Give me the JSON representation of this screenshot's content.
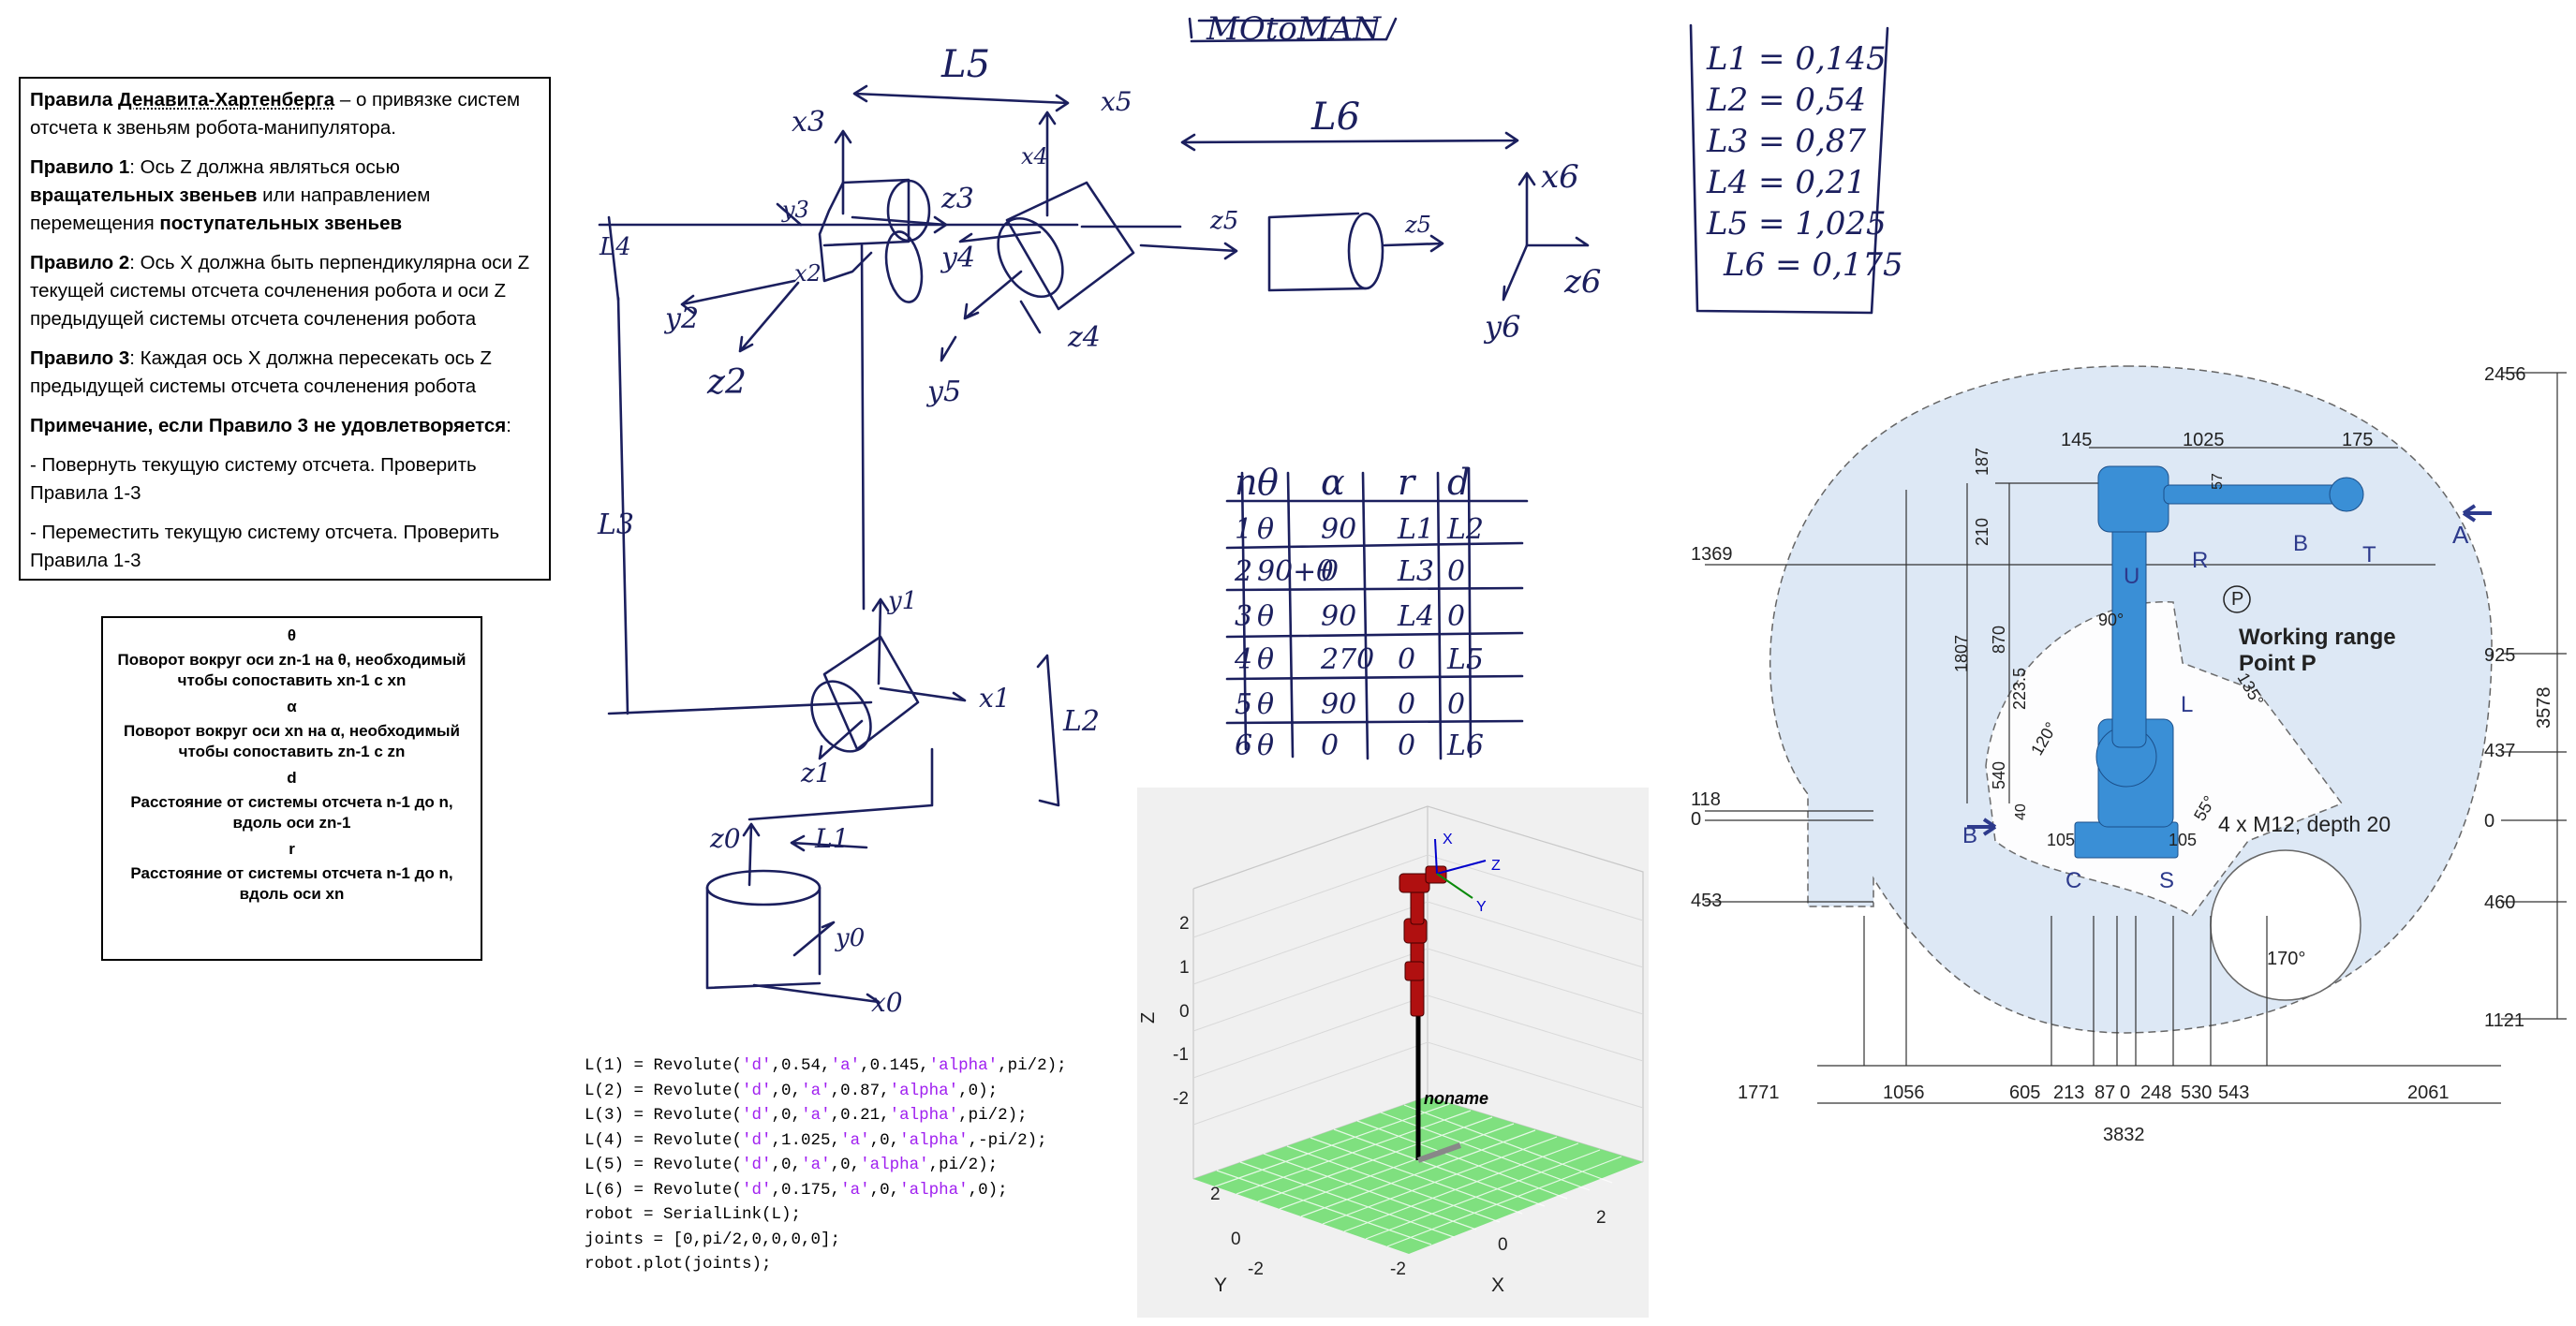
{
  "title": "MOtoMAN",
  "rules": {
    "line1_bold": "Правила ",
    "line1_name": "Денавита-Хартенберга",
    "line1_rest": " – о привязке систем отсчета к звеньям робота-манипулятора.",
    "r1_label": "Правило 1",
    "r1_a": ": Ось Z должна являться осью ",
    "r1_b": "вращательных звеньев",
    "r1_c": " или направлением перемещения ",
    "r1_d": "поступательных звеньев",
    "r2_label": "Правило 2",
    "r2_text": ": Ось X должна быть перпендикулярна оси Z текущей системы отсчета сочленения робота и оси Z предыдущей системы отсчета сочленения робота",
    "r3_label": "Правило 3",
    "r3_text": ": Каждая ось X должна пересекать ось Z предыдущей системы отсчета сочленения робота",
    "note_label": "Примечание, если Правило 3 не удовлетворяется",
    "note_colon": ":",
    "note1": "- Повернуть текущую систему отсчета. Проверить Правила 1-3",
    "note2": "- Переместить текущую систему отсчета. Проверить Правила 1-3"
  },
  "legend": {
    "theta": "θ",
    "theta_desc": "Поворот вокруг оси zn-1 на θ, необходимый чтобы сопоставить xn-1 с xn",
    "alpha": "α",
    "alpha_desc": "Поворот вокруг оси xn на α, необходимый чтобы сопоставить zn-1 с zn",
    "d": "d",
    "d_desc": "Расстояние от системы отсчета n-1 до n, вдоль оси zn-1",
    "r": "r",
    "r_desc": "Расстояние от системы отсчета n-1 до n, вдоль оси xn"
  },
  "lengths": [
    "L1 = 0,145",
    "L2 = 0,54",
    "L3 = 0,87",
    "L4 = 0,21",
    "L5 = 1,025",
    "L6 = 0,175"
  ],
  "dh_table": {
    "headers": [
      "n",
      "θ",
      "α",
      "r",
      "d"
    ],
    "rows": [
      [
        "1",
        "θ",
        "90",
        "L1",
        "L2"
      ],
      [
        "2",
        "90+θ",
        "0",
        "L3",
        "0"
      ],
      [
        "3",
        "θ",
        "90",
        "L4",
        "0"
      ],
      [
        "4",
        "θ",
        "270",
        "0",
        "L5"
      ],
      [
        "5",
        "θ",
        "90",
        "0",
        "0"
      ],
      [
        "6",
        "θ",
        "0",
        "0",
        "L6"
      ]
    ]
  },
  "sketch_labels": {
    "L5": "L5",
    "L6": "L6",
    "L4": "L4",
    "L3": "L3",
    "L2": "L2",
    "L1": "L1",
    "x3": "x3",
    "y3": "y3",
    "z3": "z3",
    "x2": "x2",
    "y2": "y2",
    "z2": "z2",
    "x4": "x4",
    "y4": "y4",
    "z4": "z4",
    "x5": "x5",
    "y5": "y5",
    "z5": "z5",
    "x6": "x6",
    "y6": "y6",
    "z6": "z6",
    "x1": "x1",
    "y1": "y1",
    "z1": "z1",
    "x0": "x0",
    "y0": "y0",
    "z0": "z0"
  },
  "code_lines": [
    [
      "L(1) = Revolute(",
      "'d'",
      ",0.54,",
      "'a'",
      ",0.145,",
      "'alpha'",
      ",pi/2);"
    ],
    [
      "L(2) = Revolute(",
      "'d'",
      ",0,",
      "'a'",
      ",0.87,",
      "'alpha'",
      ",0);"
    ],
    [
      "L(3) = Revolute(",
      "'d'",
      ",0,",
      "'a'",
      ",0.21,",
      "'alpha'",
      ",pi/2);"
    ],
    [
      "L(4) = Revolute(",
      "'d'",
      ",1.025,",
      "'a'",
      ",0,",
      "'alpha'",
      ",-pi/2);"
    ],
    [
      "L(5) = Revolute(",
      "'d'",
      ",0,",
      "'a'",
      ",0,",
      "'alpha'",
      ",pi/2);"
    ],
    [
      "L(6) = Revolute(",
      "'d'",
      ",0.175,",
      "'a'",
      ",0,",
      "'alpha'",
      ",0);"
    ],
    [
      "robot = SerialLink(L);"
    ],
    [
      "joints = [0,pi/2,0,0,0,0];"
    ],
    [
      "robot.plot(joints);"
    ]
  ],
  "plot": {
    "z_label": "Z",
    "y_label": "Y",
    "x_label": "X",
    "z_ticks": [
      "2",
      "1",
      "0",
      "-1",
      "-2"
    ],
    "y_ticks": [
      "2",
      "0",
      "-2"
    ],
    "x_ticks": [
      "-2",
      "0",
      "2"
    ],
    "robot_name": "noname",
    "axis_x": "X",
    "axis_y": "Y",
    "axis_z": "Z",
    "floor_color": "#7fe07f",
    "link_color": "#b01010"
  },
  "spec": {
    "top_dims": [
      "145",
      "1025",
      "175"
    ],
    "right_dims": [
      "2456",
      "925",
      "437",
      "0",
      "460",
      "1121"
    ],
    "total_height": "3578",
    "left_dims": [
      "1369",
      "118",
      "0",
      "453"
    ],
    "vertical_dims": [
      "187",
      "210",
      "870",
      "1807",
      "223.5",
      "540",
      "40"
    ],
    "bottom_dims": [
      "1771",
      "1056",
      "605",
      "213",
      "87",
      "0",
      "248",
      "530",
      "543",
      "2061"
    ],
    "total_width": "3832",
    "small_dims": [
      "105",
      "105",
      "57"
    ],
    "angles": [
      "90°",
      "135°",
      "120°",
      "55°",
      "170°"
    ],
    "axis_letters": [
      "A",
      "B",
      "T",
      "R",
      "U",
      "L",
      "S",
      "C",
      "B",
      "P"
    ],
    "working_range": "Working range",
    "point_p": "Point P",
    "mount": "4 x M12, depth 20",
    "robot_color": "#3a8fd6",
    "range_color": "#dde8f5"
  }
}
